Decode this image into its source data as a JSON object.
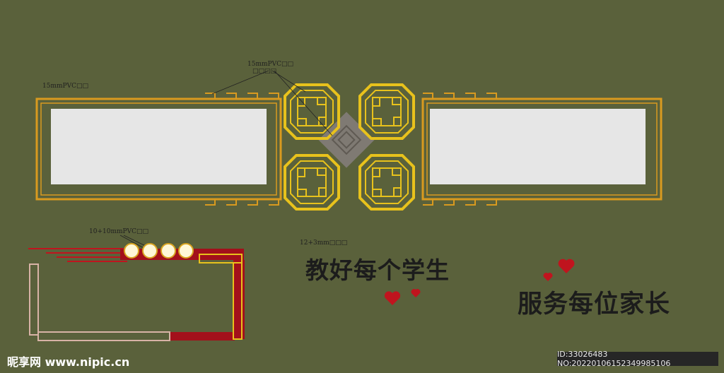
{
  "annotations": {
    "left_frame": "15mmPVC□□",
    "center_top_line1": "15mmPVC□□",
    "center_top_line2": "□□□□",
    "lower_left": "10+10mmPVC□□",
    "lower_center": "12+3mm□□□"
  },
  "slogans": {
    "line1": "教好每个学生",
    "line2": "服务每位家长"
  },
  "watermark": {
    "logo": "昵享网 www.nipic.cn",
    "id_text": "ID:33026483 NO:20220106152349985106"
  },
  "colors": {
    "background": "#5a613b",
    "frame_gold": "#d99a1f",
    "lattice_yellow": "#e8c21c",
    "photo_gray": "#e6e6e6",
    "knot_gray": "#7f7a73",
    "accent_red": "#c0141e",
    "bead_white": "#fff8d8"
  }
}
